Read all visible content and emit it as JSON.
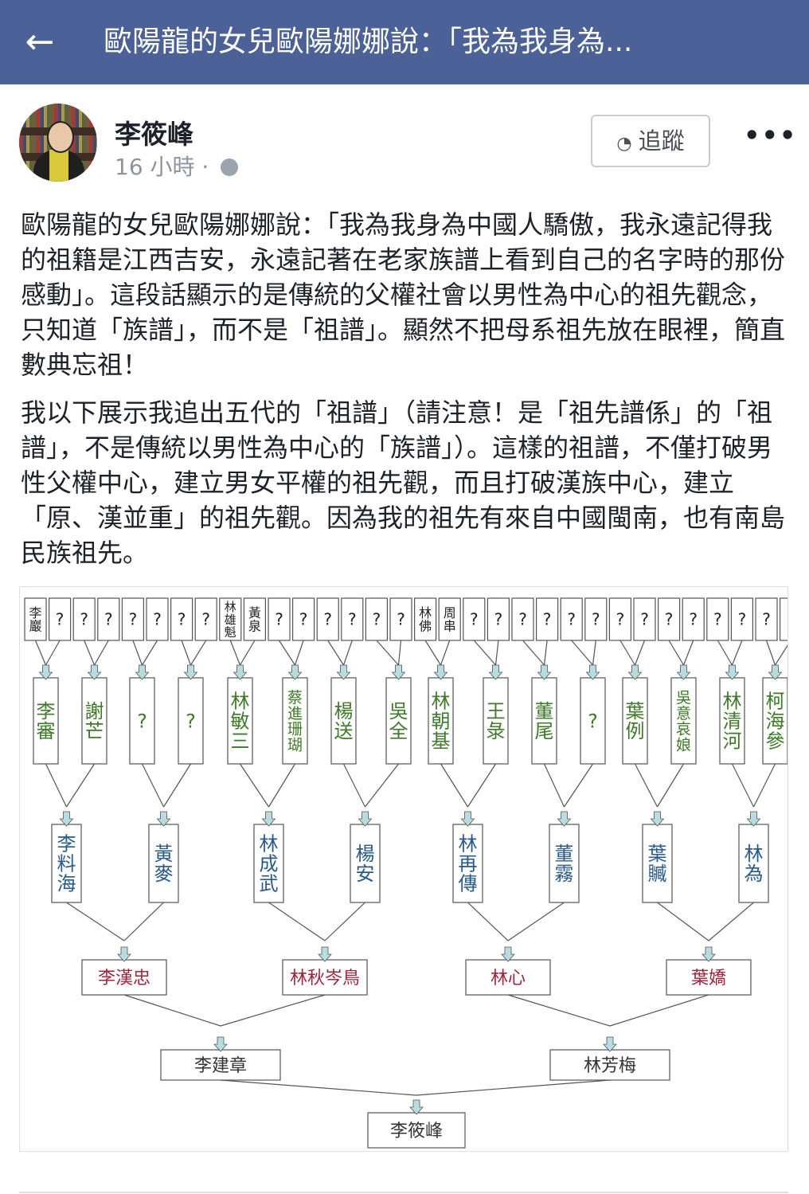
{
  "header": {
    "back_icon": "arrow-left-icon",
    "title": "歐陽龍的女兒歐陽娜娜說：「我為我身為..."
  },
  "post": {
    "author": "李筱峰",
    "time": "16 小時 · ",
    "audience_icon": "globe-icon",
    "follow_label": "追蹤",
    "follow_icon": "rss-icon",
    "more_icon": "ellipsis-icon",
    "paragraphs": [
      "歐陽龍的女兒歐陽娜娜說：「我為我身為中國人驕傲，我永遠記得我的祖籍是江西吉安，永遠記著在老家族譜上看到自己的名字時的那份感動」。這段話顯示的是傳統的父權社會以男性為中心的祖先觀念，只知道「族譜」，而不是「祖譜」。顯然不把母系祖先放在眼裡，簡直數典忘祖！",
      "我以下展示我追出五代的「祖譜」（請注意！是「祖先譜係」的「祖譜」，不是傳統以男性為中心的「族譜」）。這樣的祖譜，不僅打破男性父權中心，建立男女平權的祖先觀，而且打破漢族中心，建立「原、漢並重」的祖先觀。因為我的祖先有來自中國閩南，也有南島民族祖先。"
    ]
  },
  "tree": {
    "gen5": [
      "李巖",
      "?",
      "?",
      "?",
      "?",
      "?",
      "?",
      "?",
      "林雄魁",
      "黃泉",
      "?",
      "?",
      "?",
      "?",
      "?",
      "?",
      "林佛",
      "周串",
      "?",
      "?",
      "?",
      "?",
      "?",
      "?",
      "?",
      "?",
      "?",
      "?",
      "?",
      "?",
      "?",
      "?"
    ],
    "gen4": [
      "李審",
      "謝芒",
      "?",
      "?",
      "林敏三",
      "蔡進珊瑚",
      "楊送",
      "吳全",
      "林朝基",
      "王彔",
      "董尾",
      "?",
      "葉例",
      "吳意哀娘",
      "林清河",
      "柯海參"
    ],
    "gen3": [
      "李料海",
      "黃麥",
      "林成武",
      "楊安",
      "林再傳",
      "董霧",
      "葉贓",
      "林為"
    ],
    "gen2": [
      "李漢忠",
      "林秋岑鳥",
      "林心",
      "葉嬌"
    ],
    "gen1": [
      "李建章",
      "林芳梅"
    ],
    "gen0": "李筱峰",
    "colors": {
      "gen4": "#3f7a2a",
      "gen3": "#2a5a8a",
      "gen2": "#a0243a",
      "gen01": "#333333",
      "arrow": "#b8dde0",
      "arrow_stroke": "#555555"
    }
  }
}
